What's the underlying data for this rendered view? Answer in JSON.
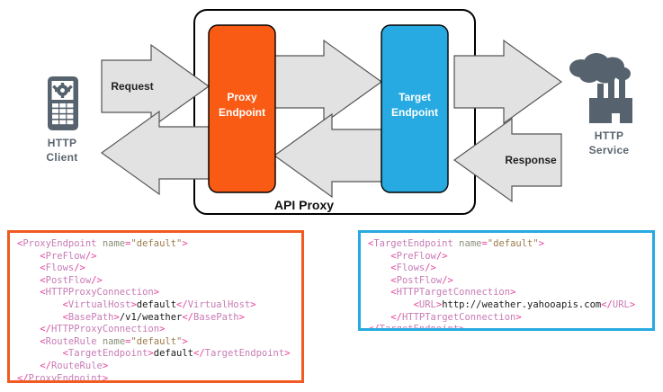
{
  "diagram": {
    "container_label": "API Proxy",
    "colors": {
      "proxy_endpoint": "#f95a14",
      "target_endpoint": "#27aae1",
      "arrow_fill": "#e2e2e2",
      "arrow_stroke": "#555555",
      "actor": "#56626d",
      "container_border": "#000000"
    },
    "nodes": [
      {
        "id": "proxy-endpoint",
        "line1": "Proxy",
        "line2": "Endpoint"
      },
      {
        "id": "target-endpoint",
        "line1": "Target",
        "line2": "Endpoint"
      }
    ],
    "actors": [
      {
        "id": "http-client",
        "line1": "HTTP",
        "line2": "Client",
        "icon": "mobile-phone-icon"
      },
      {
        "id": "http-service",
        "line1": "HTTP",
        "line2": "Service",
        "icon": "factory-cloud-icon"
      }
    ],
    "arrows": [
      {
        "id": "request-arrow",
        "label": "Request",
        "direction": "right"
      },
      {
        "id": "proxy-to-target-arrow",
        "label": "",
        "direction": "right"
      },
      {
        "id": "target-to-service-arrow",
        "label": "",
        "direction": "right"
      },
      {
        "id": "response-arrow",
        "label": "Response",
        "direction": "left"
      },
      {
        "id": "target-to-proxy-arrow",
        "label": "",
        "direction": "left"
      },
      {
        "id": "proxy-to-client-arrow",
        "label": "",
        "direction": "left"
      }
    ]
  },
  "proxy_code": {
    "border_color": "#f15a22",
    "lines": [
      [
        [
          "pk",
          "<"
        ],
        [
          "tg",
          "ProxyEndpoint"
        ],
        [
          "tx",
          " "
        ],
        [
          "at",
          "name"
        ],
        [
          "pk",
          "="
        ],
        [
          "av",
          "\"default\""
        ],
        [
          "pk",
          ">"
        ]
      ],
      [
        [
          "tx",
          "    "
        ],
        [
          "pk",
          "<"
        ],
        [
          "tg",
          "PreFlow"
        ],
        [
          "pk",
          "/>"
        ]
      ],
      [
        [
          "tx",
          "    "
        ],
        [
          "pk",
          "<"
        ],
        [
          "tg",
          "Flows"
        ],
        [
          "pk",
          "/>"
        ]
      ],
      [
        [
          "tx",
          "    "
        ],
        [
          "pk",
          "<"
        ],
        [
          "tg",
          "PostFlow"
        ],
        [
          "pk",
          "/>"
        ]
      ],
      [
        [
          "tx",
          "    "
        ],
        [
          "pk",
          "<"
        ],
        [
          "tg",
          "HTTPProxyConnection"
        ],
        [
          "pk",
          ">"
        ]
      ],
      [
        [
          "tx",
          "        "
        ],
        [
          "pk",
          "<"
        ],
        [
          "tg",
          "VirtualHost"
        ],
        [
          "pk",
          ">"
        ],
        [
          "tx",
          "default"
        ],
        [
          "pk",
          "</"
        ],
        [
          "tg",
          "VirtualHost"
        ],
        [
          "pk",
          ">"
        ]
      ],
      [
        [
          "tx",
          "        "
        ],
        [
          "pk",
          "<"
        ],
        [
          "tg",
          "BasePath"
        ],
        [
          "pk",
          ">"
        ],
        [
          "tx",
          "/v1/weather"
        ],
        [
          "pk",
          "</"
        ],
        [
          "tg",
          "BasePath"
        ],
        [
          "pk",
          ">"
        ]
      ],
      [
        [
          "tx",
          "    "
        ],
        [
          "pk",
          "</"
        ],
        [
          "tg",
          "HTTPProxyConnection"
        ],
        [
          "pk",
          ">"
        ]
      ],
      [
        [
          "tx",
          "    "
        ],
        [
          "pk",
          "<"
        ],
        [
          "tg",
          "RouteRule"
        ],
        [
          "tx",
          " "
        ],
        [
          "at",
          "name"
        ],
        [
          "pk",
          "="
        ],
        [
          "av",
          "\"default\""
        ],
        [
          "pk",
          ">"
        ]
      ],
      [
        [
          "tx",
          "        "
        ],
        [
          "pk",
          "<"
        ],
        [
          "tg",
          "TargetEndpoint"
        ],
        [
          "pk",
          ">"
        ],
        [
          "tx",
          "default"
        ],
        [
          "pk",
          "</"
        ],
        [
          "tg",
          "TargetEndpoint"
        ],
        [
          "pk",
          ">"
        ]
      ],
      [
        [
          "tx",
          "    "
        ],
        [
          "pk",
          "</"
        ],
        [
          "tg",
          "RouteRule"
        ],
        [
          "pk",
          ">"
        ]
      ],
      [
        [
          "pk",
          "</"
        ],
        [
          "tg",
          "ProxyEndpoint"
        ],
        [
          "pk",
          ">"
        ]
      ]
    ],
    "plain_text": "<ProxyEndpoint name=\"default\">\n    <PreFlow/>\n    <Flows/>\n    <PostFlow/>\n    <HTTPProxyConnection>\n        <VirtualHost>default</VirtualHost>\n        <BasePath>/v1/weather</BasePath>\n    </HTTPProxyConnection>\n    <RouteRule name=\"default\">\n        <TargetEndpoint>default</TargetEndpoint>\n    </RouteRule>\n</ProxyEndpoint>"
  },
  "target_code": {
    "border_color": "#27aae1",
    "lines": [
      [
        [
          "pk",
          "<"
        ],
        [
          "tg",
          "TargetEndpoint"
        ],
        [
          "tx",
          " "
        ],
        [
          "at",
          "name"
        ],
        [
          "pk",
          "="
        ],
        [
          "av",
          "\"default\""
        ],
        [
          "pk",
          ">"
        ]
      ],
      [
        [
          "tx",
          "    "
        ],
        [
          "pk",
          "<"
        ],
        [
          "tg",
          "PreFlow"
        ],
        [
          "pk",
          "/>"
        ]
      ],
      [
        [
          "tx",
          "    "
        ],
        [
          "pk",
          "<"
        ],
        [
          "tg",
          "Flows"
        ],
        [
          "pk",
          "/>"
        ]
      ],
      [
        [
          "tx",
          "    "
        ],
        [
          "pk",
          "<"
        ],
        [
          "tg",
          "PostFlow"
        ],
        [
          "pk",
          "/>"
        ]
      ],
      [
        [
          "tx",
          "    "
        ],
        [
          "pk",
          "<"
        ],
        [
          "tg",
          "HTTPTargetConnection"
        ],
        [
          "pk",
          ">"
        ]
      ],
      [
        [
          "tx",
          "        "
        ],
        [
          "pk",
          "<"
        ],
        [
          "tg",
          "URL"
        ],
        [
          "pk",
          ">"
        ],
        [
          "tx",
          "http://weather.yahooapis.com"
        ],
        [
          "pk",
          "</"
        ],
        [
          "tg",
          "URL"
        ],
        [
          "pk",
          ">"
        ]
      ],
      [
        [
          "tx",
          "    "
        ],
        [
          "pk",
          "</"
        ],
        [
          "tg",
          "HTTPTargetConnection"
        ],
        [
          "pk",
          ">"
        ]
      ],
      [
        [
          "pk",
          "</"
        ],
        [
          "tg",
          "TargetEndpoint"
        ],
        [
          "pk",
          ">"
        ]
      ]
    ],
    "plain_text": "<TargetEndpoint name=\"default\">\n    <PreFlow/>\n    <Flows/>\n    <PostFlow/>\n    <HTTPTargetConnection>\n        <URL>http://weather.yahooapis.com</URL>\n    </HTTPTargetConnection>\n</TargetEndpoint>"
  }
}
